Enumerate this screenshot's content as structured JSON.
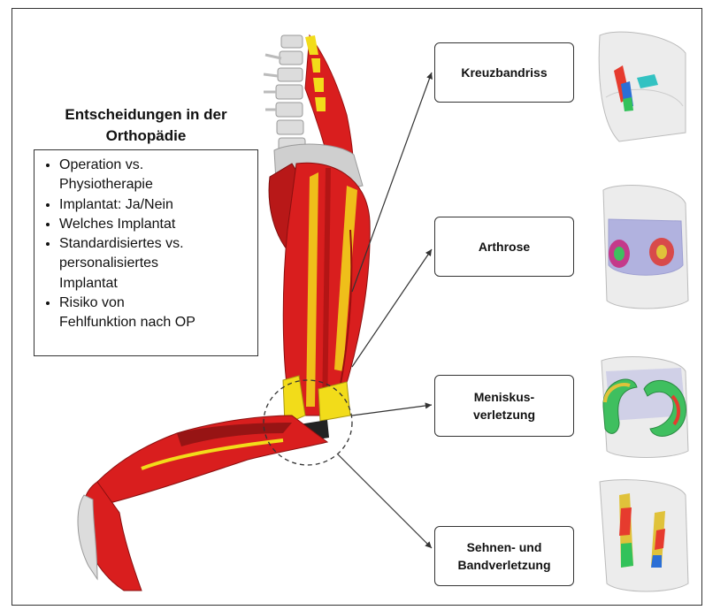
{
  "heading": {
    "line1": "Entscheidungen in der",
    "line2": "Orthopädie"
  },
  "decisions": [
    "Operation vs.",
    "Physiotherapie",
    "Implantat: Ja/Nein",
    "Welches Implantat",
    "Standardisiertes vs.",
    "personalisiertes",
    "Implantat",
    "Risiko von",
    "Fehlfunktion nach OP"
  ],
  "conditions": [
    {
      "label": "Kreuzbandriss"
    },
    {
      "label": "Arthrose"
    },
    {
      "label": "Meniskus-\nverletzung"
    },
    {
      "label": "Sehnen- und\nBandverletzung"
    }
  ],
  "colors": {
    "muscle": "#d91e1e",
    "ligament": "#f2dc1a",
    "bone": "#e3e3e3",
    "frame": "#333333"
  }
}
